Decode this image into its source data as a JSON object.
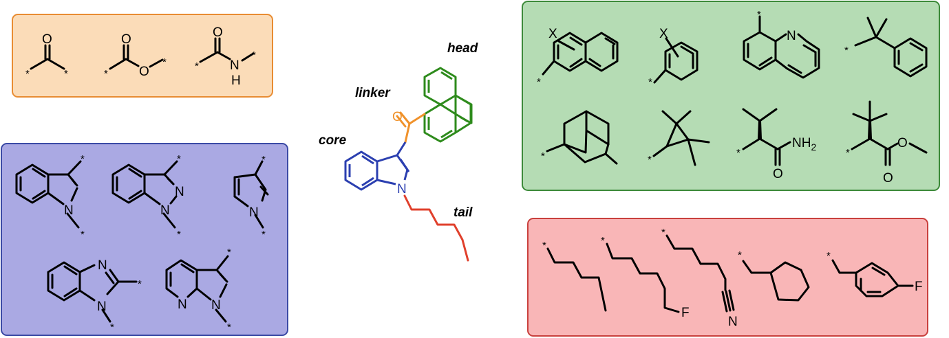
{
  "labels": {
    "head": "head",
    "linker": "linker",
    "core": "core",
    "tail": "tail"
  },
  "atoms": {
    "O": "O",
    "N": "N",
    "H": "H",
    "X": "X",
    "F": "F",
    "star": "*",
    "NH2_main": "NH",
    "NH2_sub": "2"
  },
  "colors": {
    "linker_box": "#fbdcb8",
    "linker_border": "#e88c32",
    "core_box": "#aaa9e3",
    "core_border": "#3b4aa5",
    "head_box": "#b5dcb4",
    "head_border": "#3d8a3a",
    "tail_box": "#f9b6b7",
    "tail_border": "#c9403d",
    "head_mol": "#2e8b1c",
    "linker_mol": "#f0922b",
    "core_mol": "#2b3fb0",
    "tail_mol": "#e0402c"
  }
}
